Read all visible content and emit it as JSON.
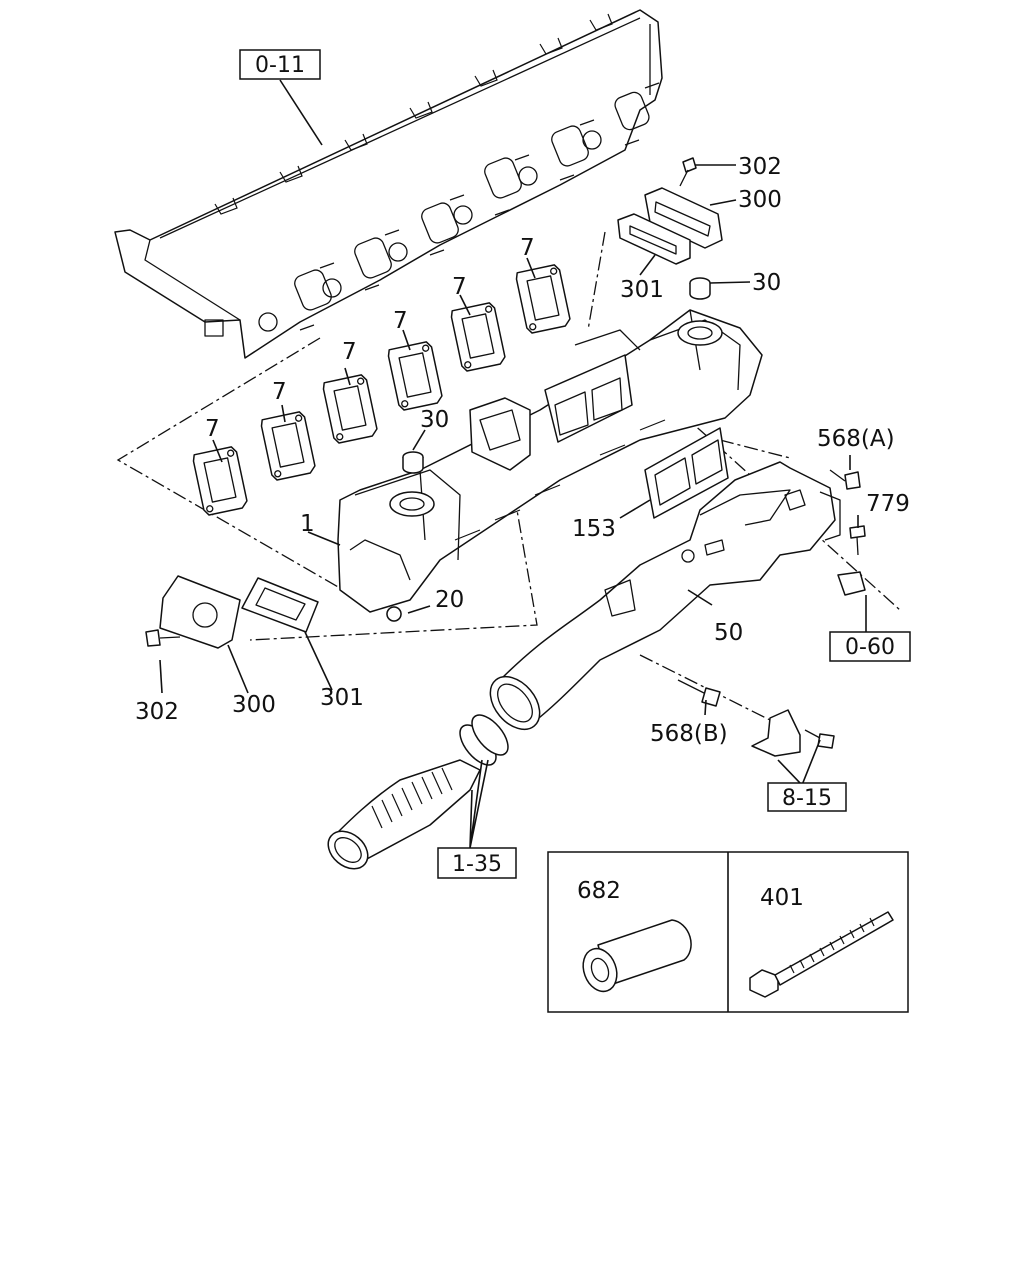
{
  "diagram": {
    "reference_boxes": {
      "cylinder_head": "0-11",
      "bracket_ref": "0-60",
      "hose": "1-35",
      "support": "8-15"
    },
    "callouts": {
      "bolt_top": "302",
      "cover_top": "300",
      "gasket_top": "301",
      "cap_right": "30",
      "cap_left": "30",
      "gasket_1": "7",
      "gasket_2": "7",
      "gasket_3": "7",
      "gasket_4": "7",
      "gasket_5": "7",
      "gasket_6": "7",
      "bolt_a": "568(A)",
      "bolt_779": "779",
      "gasket_153": "153",
      "manifold": "1",
      "nut": "20",
      "pipe": "50",
      "bolt_left": "302",
      "cover_left": "300",
      "gasket_left": "301",
      "bolt_b": "568(B)"
    },
    "inset": {
      "sleeve": "682",
      "tie": "401"
    }
  }
}
